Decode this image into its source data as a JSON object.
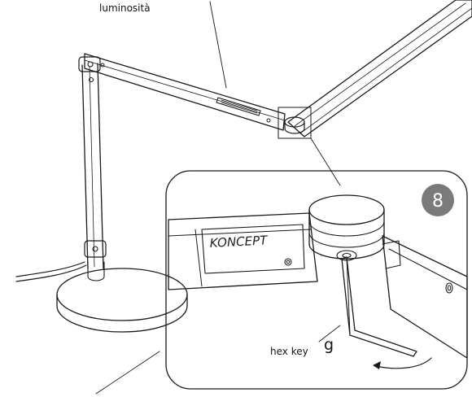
{
  "labels": {
    "top_label": "luminosità",
    "hex_key": "hex key",
    "hex_key_letter": "g",
    "brand": "KONCEPT",
    "step_number": "8"
  },
  "colors": {
    "ink": "#1a1a1a",
    "step_badge": "#7a7a7a",
    "background": "#ffffff"
  }
}
